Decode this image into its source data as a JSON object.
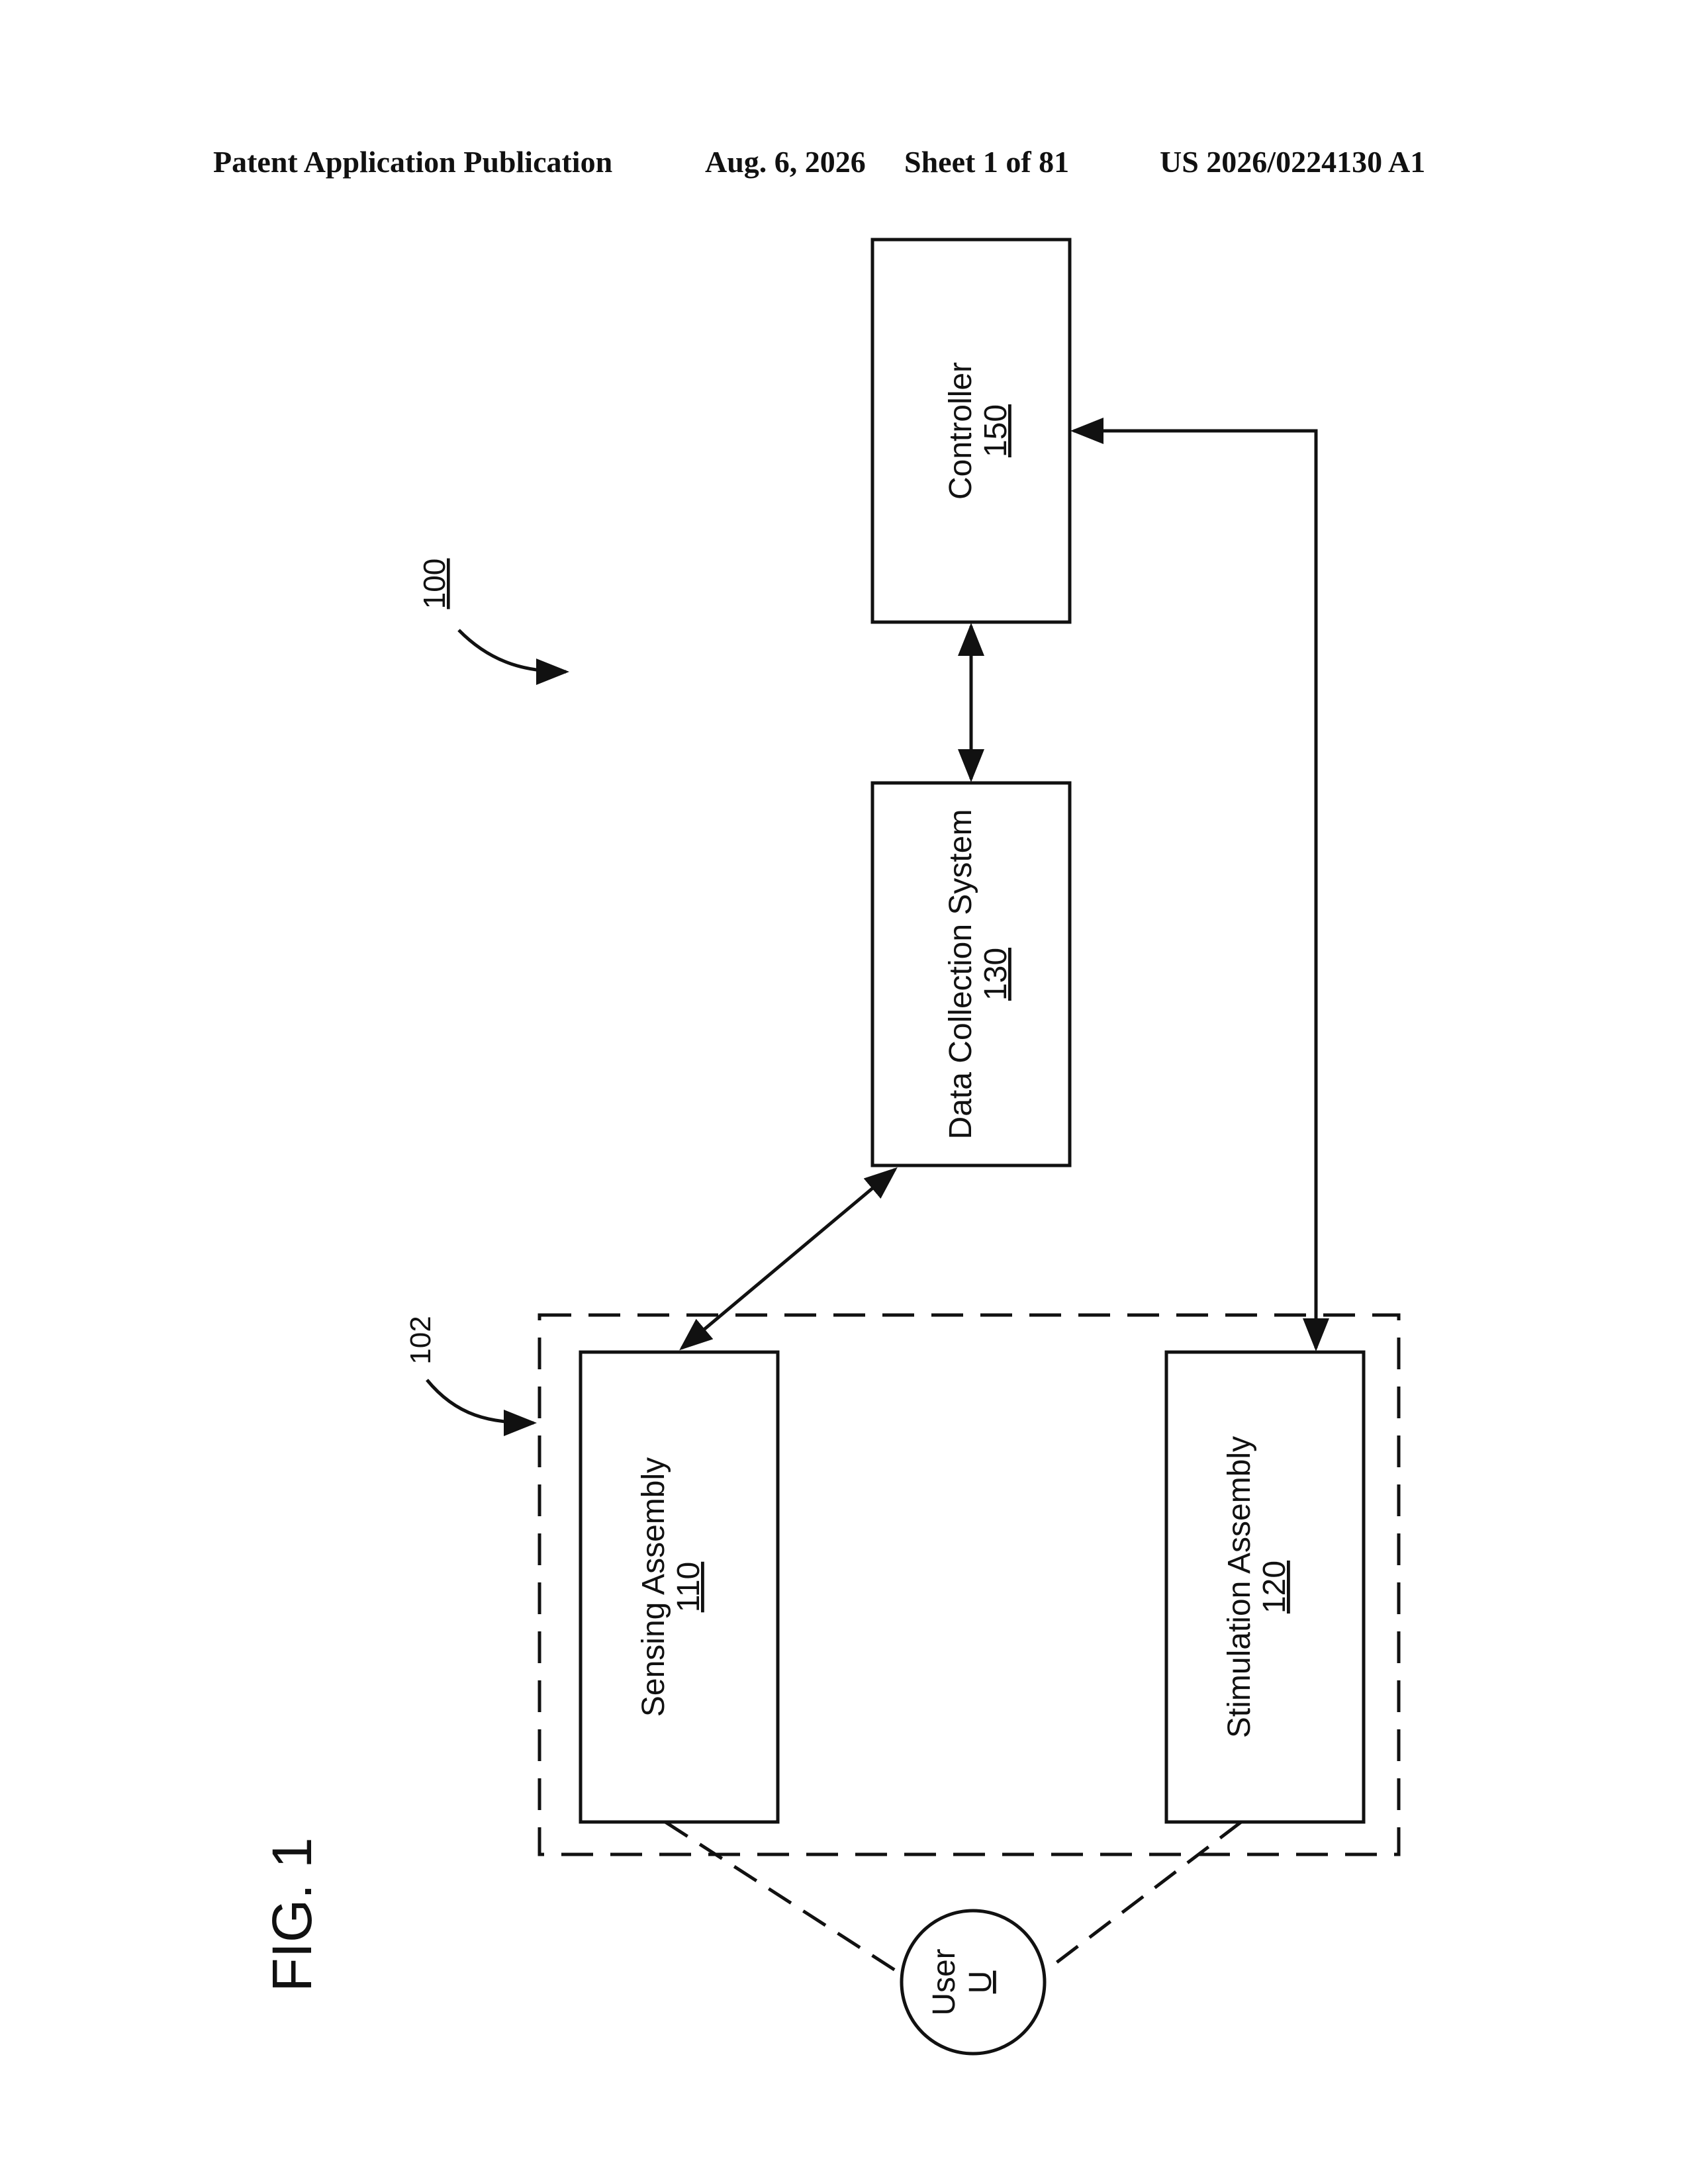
{
  "header": {
    "publication_type": "Patent Application Publication",
    "date": "Aug. 6, 2026",
    "sheet": "Sheet 1 of 81",
    "publication_number": "US 2026/0224130 A1"
  },
  "figure": {
    "label": "FIG. 1",
    "system_ref": "100",
    "wearable_ref": "102",
    "blocks": {
      "controller": {
        "name": "Controller",
        "ref": "150"
      },
      "data_collection": {
        "name": "Data Collection System",
        "ref": "130"
      },
      "sensing": {
        "name": "Sensing Assembly",
        "ref": "110"
      },
      "stimulation": {
        "name": "Stimulation Assembly",
        "ref": "120"
      }
    },
    "user": {
      "name": "User",
      "ref": "U"
    }
  }
}
